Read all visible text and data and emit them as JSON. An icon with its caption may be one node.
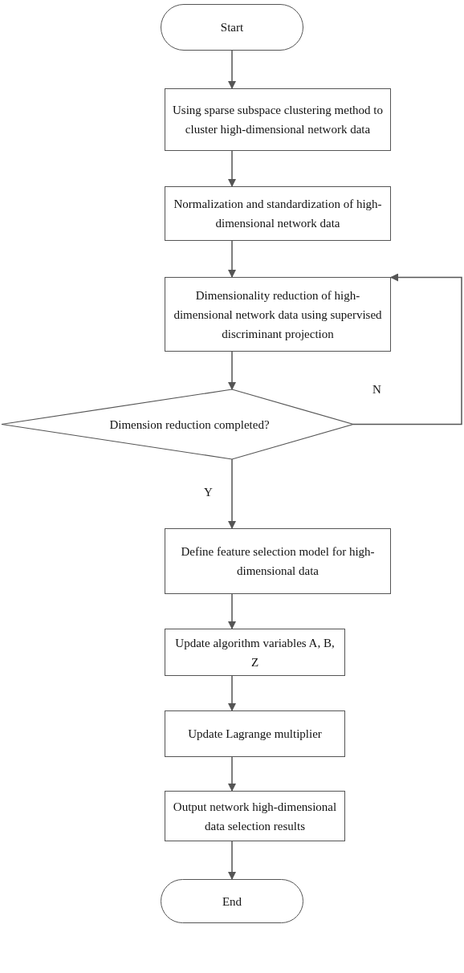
{
  "diagram": {
    "nodes": [
      {
        "text": [
          "Start"
        ]
      },
      {
        "text": [
          "Using sparse subspace clustering method to cluster high-dimensional network data"
        ]
      },
      {
        "text": [
          "Normalization and standardization of high-dimensional network data"
        ]
      },
      {
        "text": [
          "Dimensionality reduction of high-dimensional network data using supervised discriminant projection"
        ]
      },
      {
        "text": [
          "Dimension reduction completed?"
        ]
      },
      {
        "text": [
          "Define feature selection model for high-dimensional data"
        ]
      },
      {
        "text": [
          "Update algorithm variables A, B, Z"
        ]
      },
      {
        "text": [
          "Update Lagrange multiplier"
        ]
      },
      {
        "text": [
          "Output network high-dimensional data selection results"
        ]
      },
      {
        "text": [
          "End"
        ]
      }
    ],
    "edges": [
      {
        "from": 0,
        "to": 1,
        "arrow": "to"
      },
      {
        "from": 1,
        "to": 2,
        "arrow": "to"
      },
      {
        "from": 2,
        "to": 3,
        "arrow": "to"
      },
      {
        "from": 3,
        "to": 4,
        "arrow": "to"
      },
      {
        "from": 4,
        "to": 5,
        "arrow": "to",
        "label": "Y"
      },
      {
        "from": 5,
        "to": 6,
        "arrow": "to"
      },
      {
        "from": 6,
        "to": 7,
        "arrow": "to"
      },
      {
        "from": 7,
        "to": 8,
        "arrow": "to"
      },
      {
        "from": 8,
        "to": 9,
        "arrow": "to"
      },
      {
        "from": 4,
        "to": 3,
        "arrow": "to",
        "label": "N"
      }
    ]
  }
}
